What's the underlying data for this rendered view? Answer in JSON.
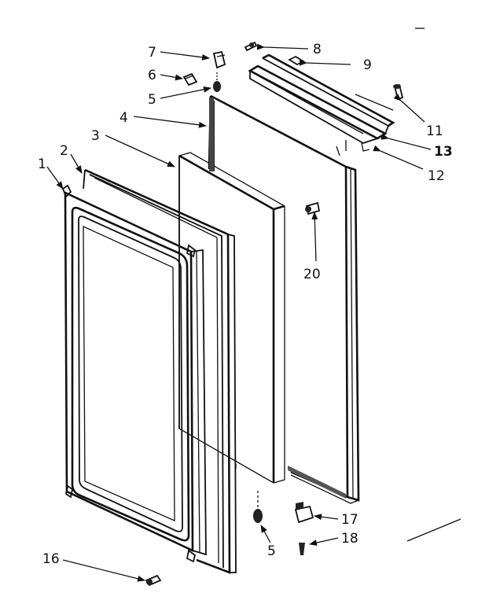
{
  "diagram": {
    "callouts": {
      "c1": "1",
      "c2": "2",
      "c3": "3",
      "c4": "4",
      "c5a": "5",
      "c5b": "5",
      "c6": "6",
      "c7": "7",
      "c8": "8",
      "c9": "9",
      "c11": "11",
      "c12": "12",
      "c13": "13",
      "c16": "16",
      "c17": "17",
      "c18": "18",
      "c20": "20"
    }
  }
}
